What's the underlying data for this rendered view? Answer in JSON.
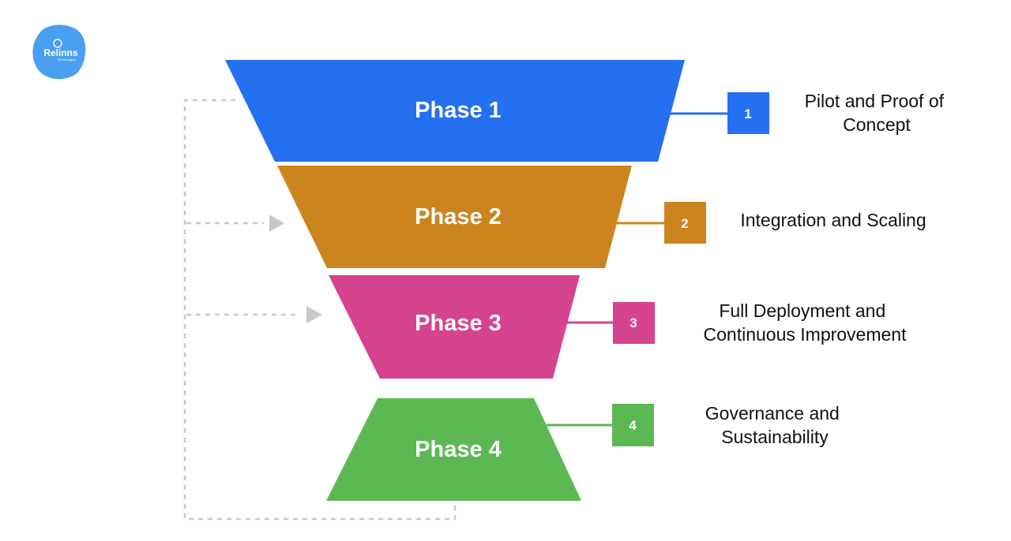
{
  "logo": {
    "text": "Relinns",
    "subtext": "Technologies",
    "color": "#4a9ff0"
  },
  "connector_color": "#c8c8c8",
  "phases": [
    {
      "label": "Phase 1",
      "number": "1",
      "description_lines": [
        "Pilot and Proof of",
        "Concept"
      ],
      "color": "#256ff1"
    },
    {
      "label": "Phase 2",
      "number": "2",
      "description_lines": [
        "Integration and Scaling"
      ],
      "color": "#cc851e"
    },
    {
      "label": "Phase 3",
      "number": "3",
      "description_lines": [
        "Full Deployment and",
        "Continuous Improvement"
      ],
      "color": "#d6438e"
    },
    {
      "label": "Phase 4",
      "number": "4",
      "description_lines": [
        "Governance and",
        "Sustainability"
      ],
      "color": "#5cb853"
    }
  ]
}
